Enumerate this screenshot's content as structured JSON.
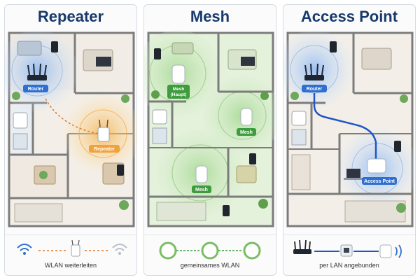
{
  "panels": [
    {
      "title": "Repeater",
      "router_label": "Router",
      "device_label": "Repeater",
      "caption": "WLAN weiterleiten",
      "colors": {
        "primary": "#2f6fcf",
        "secondary": "#f2a23a"
      }
    },
    {
      "title": "Mesh",
      "node1_label_line1": "Mesh",
      "node1_label_line2": "(Haupt)",
      "node2_label": "Mesh",
      "node3_label": "Mesh",
      "caption": "gemeinsames WLAN",
      "colors": {
        "primary": "#3e9b3e"
      }
    },
    {
      "title": "Access Point",
      "router_label": "Router",
      "device_label": "Access Point",
      "caption": "per LAN angebunden",
      "colors": {
        "primary": "#2f6fcf",
        "cable": "#1f56c7"
      }
    }
  ]
}
